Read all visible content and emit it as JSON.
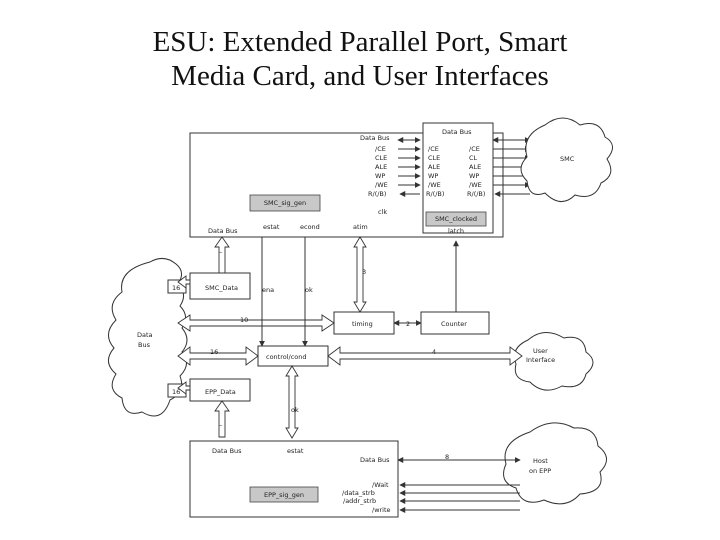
{
  "slide": {
    "title_line1": "ESU: Extended Parallel Port, Smart",
    "title_line2": "Media Card, and User Interfaces"
  },
  "smc_block": {
    "inner_label": "SMC_sig_gen",
    "data_bus": "Data Bus",
    "signals": [
      "/CE",
      "CLE",
      "ALE",
      "WP",
      "/WE",
      "R/(/B)"
    ],
    "clk": "clk",
    "estat": "estat",
    "econd": "econd",
    "atim": "atim",
    "bottom_data_bus": "Data Bus"
  },
  "smc_clocked": {
    "inner_label": "SMC_clocked",
    "data_bus": "Data Bus",
    "inputs": [
      "/CE",
      "CLE",
      "ALE",
      "WP",
      "/WE",
      "R/(/B)"
    ],
    "outputs": [
      "/CE",
      "CL",
      "ALE",
      "WP",
      "/WE",
      "R/(/B)"
    ],
    "sub_label": "latch"
  },
  "smc_cloud": {
    "label": "SMC"
  },
  "data_bus_cloud": {
    "label_line1": "Data",
    "label_line2": "Bus"
  },
  "user_interface_cloud": {
    "label_line1": "User",
    "label_line2": "Interface"
  },
  "host_cloud": {
    "label_line1": "Host",
    "label_line2": "on EPP"
  },
  "smc_data": {
    "label": "SMC_Data",
    "width": "16",
    "side_label_left": "ena",
    "side_label_right": "ok"
  },
  "epp_data": {
    "label": "EPP_Data",
    "width": "16"
  },
  "timing": {
    "label": "timing",
    "arrow_label": "3"
  },
  "counter": {
    "label": "Counter",
    "link_label": "2"
  },
  "control": {
    "label": "control/cond",
    "bus_width_16": "16",
    "bus_width_10": "10",
    "ui_width": "4",
    "epp_link_label": "ok"
  },
  "epp_block": {
    "inner_label": "EPP_sig_gen",
    "data_bus": "Data Bus",
    "estat": "estat",
    "bottom_data_bus": "Data Bus",
    "host_width": "8",
    "signals": [
      "/Wait",
      "/data_strb",
      "/addr_strb",
      "/write"
    ]
  }
}
